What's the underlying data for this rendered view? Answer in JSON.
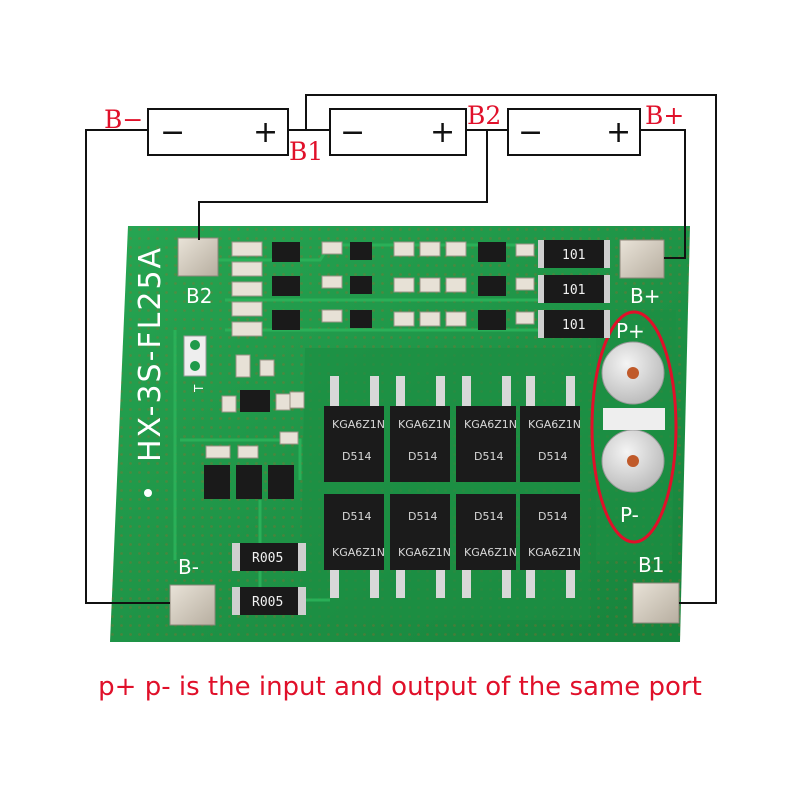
{
  "wiring": {
    "labels": {
      "b_minus": "B−",
      "b1": "B1",
      "b2": "B2",
      "b_plus": "B+"
    },
    "cells": [
      {
        "minus": "−",
        "plus": "+"
      },
      {
        "minus": "−",
        "plus": "+"
      },
      {
        "minus": "−",
        "plus": "+"
      }
    ],
    "wire_color": "#111111",
    "label_color": "#e0102a"
  },
  "board": {
    "model": "HX-3S-FL25A",
    "pad_labels": {
      "b2": "B2",
      "b_plus": "B+",
      "b_minus": "B-",
      "b1": "B1"
    },
    "port_labels": {
      "p_plus": "P+",
      "p_minus": "P-"
    },
    "test_label": "T",
    "resistors_101": [
      "101",
      "101",
      "101"
    ],
    "resistors_r005": [
      "R005",
      "R005"
    ],
    "mosfet_top_text": "KGA6Z1N",
    "mosfet_top_sub": "D514",
    "mosfet_bottom_text": "KGA6Z1N",
    "mosfet_bottom_sub": "D514",
    "pcb_color": "#1f9a4a",
    "highlight_color": "#e0102a"
  },
  "caption": "p+ p- is the input and output of the same port"
}
